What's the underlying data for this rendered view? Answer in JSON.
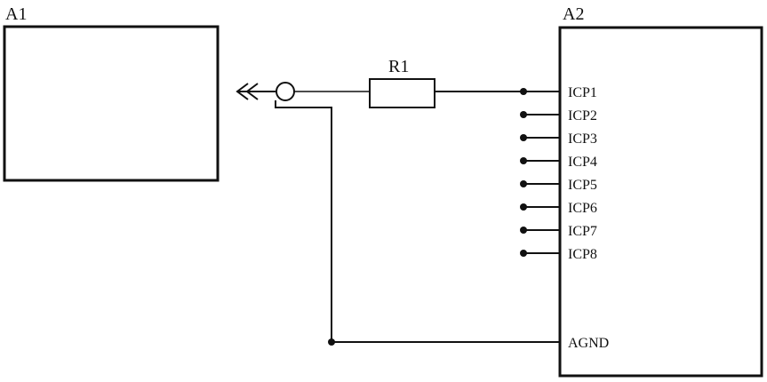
{
  "components": {
    "a1": {
      "label": "A1"
    },
    "a2": {
      "label": "A2"
    },
    "r1": {
      "label": "R1"
    }
  },
  "a2_pins": [
    "ICP1",
    "ICP2",
    "ICP3",
    "ICP4",
    "ICP5",
    "ICP6",
    "ICP7",
    "ICP8"
  ],
  "a2_ground_pin": "AGND",
  "colors": {
    "line": "#111111",
    "background": "#ffffff"
  }
}
